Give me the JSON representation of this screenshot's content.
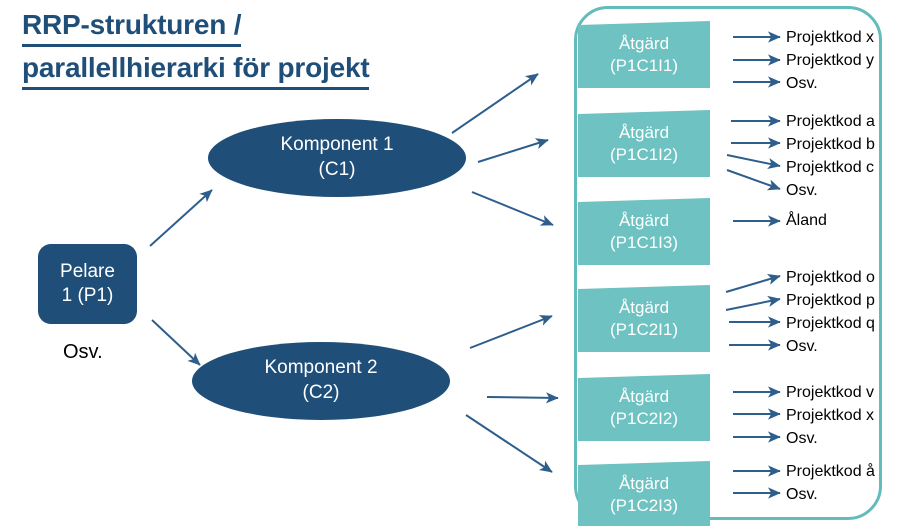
{
  "title": {
    "line1": "RRP-strukturen /",
    "line2": "parallellhierarki för projekt"
  },
  "colors": {
    "dark_blue": "#1F4E79",
    "teal": "#6FC2C2",
    "container_border": "#63BCBC",
    "arrow": "#2E5E8C",
    "text_dark": "#000000"
  },
  "pillar": {
    "line1": "Pelare",
    "line2": "1 (P1)",
    "etc_label": "Osv."
  },
  "components": [
    {
      "id": "C1",
      "line1": "Komponent 1",
      "line2": "(C1)"
    },
    {
      "id": "C2",
      "line1": "Komponent 2",
      "line2": "(C2)"
    }
  ],
  "actions": [
    {
      "line1": "Åtgärd",
      "line2": "(P1C1I1)",
      "parent": "C1",
      "codes": [
        "Projektkod x",
        "Projektkod y",
        "Osv."
      ]
    },
    {
      "line1": "Åtgärd",
      "line2": "(P1C1I2)",
      "parent": "C1",
      "codes": [
        "Projektkod a",
        "Projektkod b",
        "Projektkod c",
        "Osv."
      ]
    },
    {
      "line1": "Åtgärd",
      "line2": "(P1C1I3)",
      "parent": "C1",
      "codes": [
        "Åland"
      ]
    },
    {
      "line1": "Åtgärd",
      "line2": "(P1C2I1)",
      "parent": "C2",
      "codes": [
        "Projektkod o",
        "Projektkod p",
        "Projektkod q",
        "Osv."
      ]
    },
    {
      "line1": "Åtgärd",
      "line2": "(P1C2I2)",
      "parent": "C2",
      "codes": [
        "Projektkod v",
        "Projektkod x",
        "Osv."
      ]
    },
    {
      "line1": "Åtgärd",
      "line2": "(P1C2I3)",
      "parent": "C2",
      "codes": [
        "Projektkod å",
        "Osv."
      ]
    }
  ]
}
